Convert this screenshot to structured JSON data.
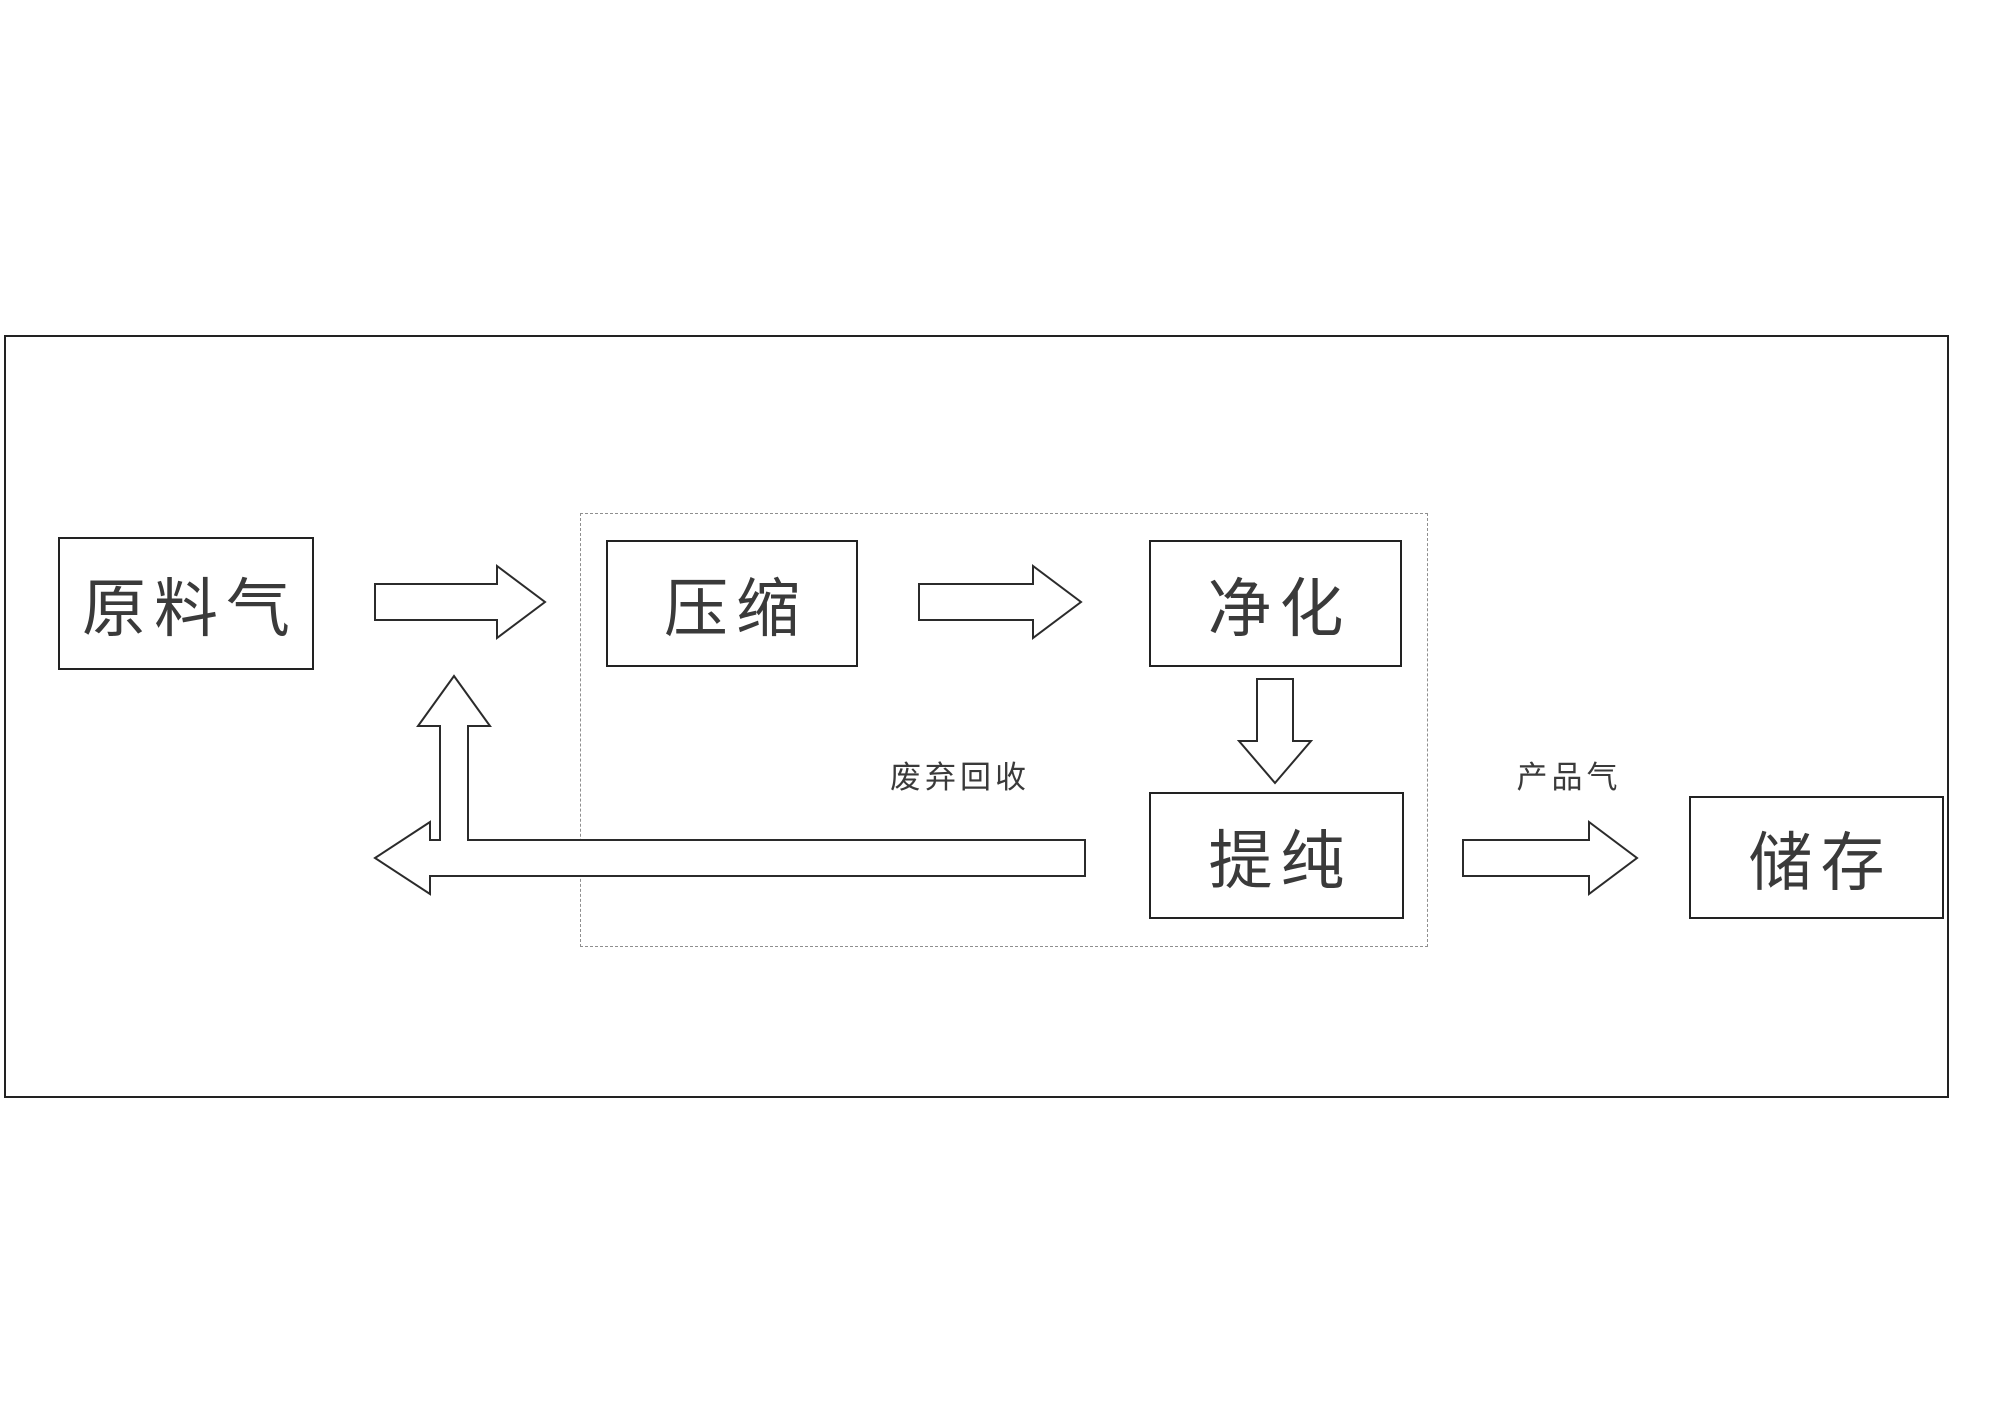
{
  "diagram": {
    "title": "",
    "nodes": [
      {
        "id": "feed-gas",
        "label": "原料气"
      },
      {
        "id": "compression",
        "label": "压缩"
      },
      {
        "id": "purification",
        "label": "净化"
      },
      {
        "id": "refining",
        "label": "提纯"
      },
      {
        "id": "storage",
        "label": "储存"
      }
    ],
    "edges": [
      {
        "from": "feed-gas",
        "to": "compression",
        "label": ""
      },
      {
        "from": "compression",
        "to": "purification",
        "label": ""
      },
      {
        "from": "purification",
        "to": "refining",
        "label": ""
      },
      {
        "from": "refining",
        "to": "storage",
        "label": "产品气"
      },
      {
        "from": "refining",
        "to": "compression",
        "label": "废弃回收"
      }
    ],
    "edge_labels": {
      "waste_recovery": "废弃回收",
      "product_gas": "产品气"
    },
    "colors": {
      "line": "#2b2b2b",
      "dashed_boundary": "#8f8f8f",
      "background": "#ffffff"
    }
  }
}
